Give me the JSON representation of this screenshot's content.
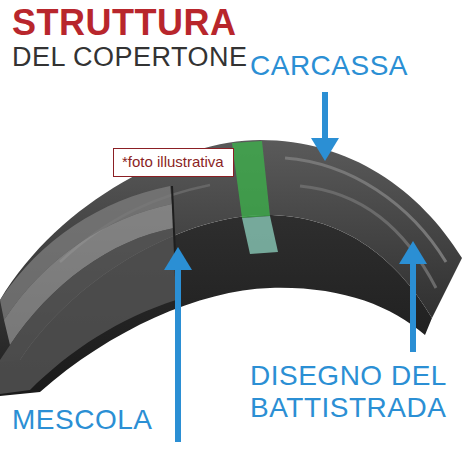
{
  "diagram": {
    "title": "STRUTTURA DEL COPERTONE",
    "nodes": [
      {
        "text": [
          "*foto illustrativa"
        ]
      }
    ],
    "labels": [
      "CARCASSA",
      "MESCOLA",
      "DISEGNO DEL BATTISTRADA"
    ]
  }
}
